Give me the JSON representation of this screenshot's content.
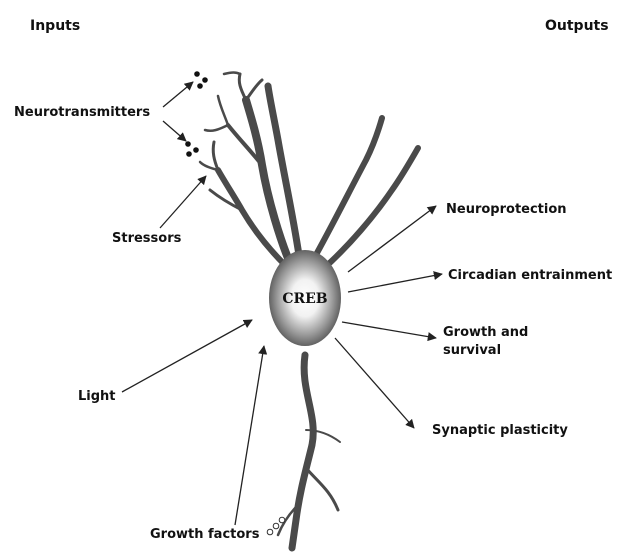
{
  "headers": {
    "inputs": "Inputs",
    "outputs": "Outputs"
  },
  "cell": {
    "label": "CREB"
  },
  "inputs": {
    "neurotransmitters": "Neurotransmitters",
    "stressors": "Stressors",
    "light": "Light",
    "growth_factors": "Growth factors"
  },
  "outputs": {
    "neuroprotection": "Neuroprotection",
    "circadian": "Circadian entrainment",
    "growth_line1": "Growth and",
    "growth_line2": "survival",
    "synaptic": "Synaptic plasticity"
  }
}
